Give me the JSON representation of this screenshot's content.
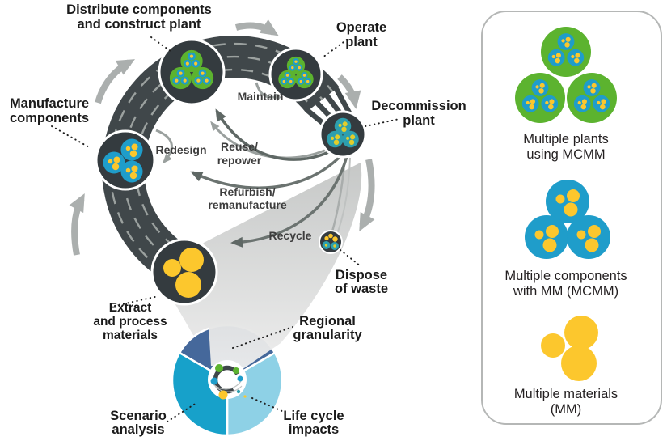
{
  "figure": {
    "stages": {
      "distribute": [
        "Distribute components",
        "and construct plant"
      ],
      "operate": [
        "Operate",
        "plant"
      ],
      "decommission": [
        "Decommission",
        "plant"
      ],
      "dispose": [
        "Dispose",
        "of waste"
      ],
      "extract": [
        "Extract",
        "and process",
        "materials"
      ],
      "manufacture": [
        "Manufacture",
        "components"
      ]
    },
    "flows": {
      "maintain": "Maintain",
      "redesign": "Redesign",
      "reuse": [
        "Reuse/",
        "repower"
      ],
      "refurbish": [
        "Refurbish/",
        "remanufacture"
      ],
      "recycle": "Recycle"
    },
    "analysis": {
      "regional": [
        "Regional",
        "granularity"
      ],
      "scenario": [
        "Scenario",
        "analysis"
      ],
      "lifecycle": [
        "Life cycle",
        "impacts"
      ]
    },
    "legend": {
      "plants": [
        "Multiple plants",
        "using MCMM"
      ],
      "components": [
        "Multiple components",
        "with MM (MCMM)"
      ],
      "materials": [
        "Multiple materials",
        "(MM)"
      ]
    },
    "colors": {
      "road_dark": "#40474a",
      "node_dark": "#343b3f",
      "lane_dash": "#9ba19f",
      "green": "#5cb32f",
      "blue": "#1f9dca",
      "teal": "#2d9fae",
      "yellow": "#fcc72d",
      "pie_top": "#45689b",
      "pie_left": "#17a1ca",
      "pie_right": "#8ed1e6",
      "arrow_light": "#abafae",
      "arrow_dark": "#5f6865"
    }
  }
}
